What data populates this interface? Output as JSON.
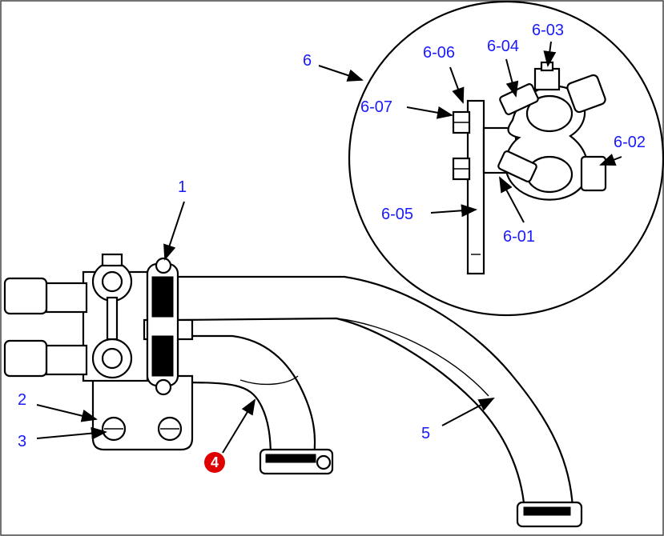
{
  "callouts": {
    "c1": "1",
    "c2": "2",
    "c3": "3",
    "c4": "4",
    "c5": "5",
    "c6": "6",
    "c6_01": "6-01",
    "c6_02": "6-02",
    "c6_03": "6-03",
    "c6_04": "6-04",
    "c6_05": "6-05",
    "c6_06": "6-06",
    "c6_07": "6-07"
  },
  "colors": {
    "label": "#1a1aff",
    "highlight_badge": "#e00000",
    "line_art": "#000000",
    "background": "#ffffff"
  },
  "highlighted_callout": "4"
}
